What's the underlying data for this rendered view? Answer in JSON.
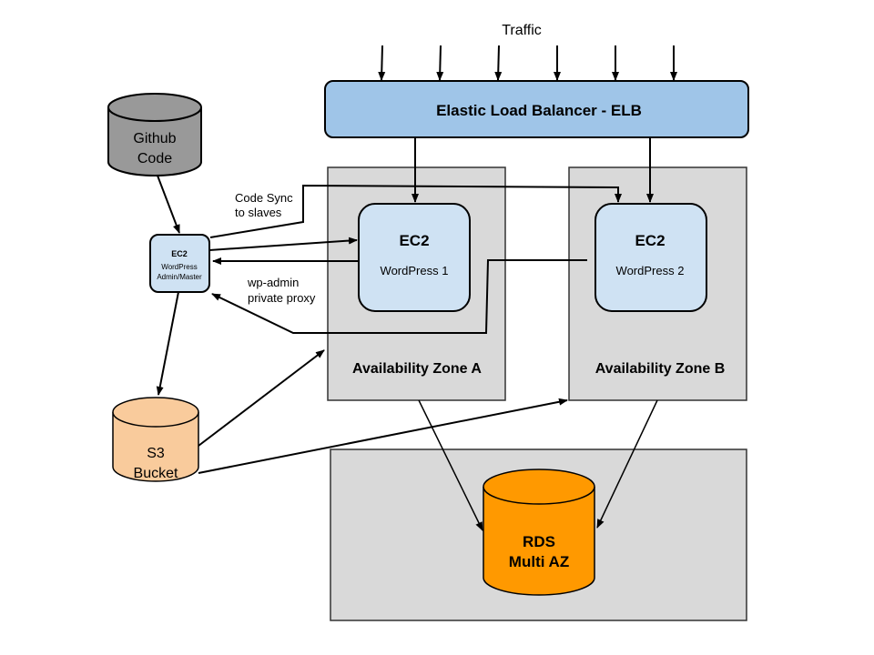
{
  "traffic_label": "Traffic",
  "elb": {
    "label": "Elastic Load Balancer - ELB",
    "color": "#9fc5e8"
  },
  "github": {
    "line1": "Github",
    "line2": "Code",
    "color": "#999999"
  },
  "ec2_master": {
    "title": "EC2",
    "line1": "WordPress",
    "line2": "Admin/Master",
    "color": "#cfe2f3"
  },
  "s3": {
    "line1": "S3",
    "line2": "Bucket",
    "color": "#f9cb9c"
  },
  "zone_a": {
    "label": "Availability Zone A",
    "color": "#d9d9d9"
  },
  "zone_b": {
    "label": "Availability Zone B",
    "color": "#d9d9d9"
  },
  "ec2_1": {
    "title": "EC2",
    "subtitle": "WordPress 1",
    "color": "#cfe2f3"
  },
  "ec2_2": {
    "title": "EC2",
    "subtitle": "WordPress 2",
    "color": "#cfe2f3"
  },
  "rds": {
    "line1": "RDS",
    "line2": "Multi AZ",
    "color": "#ff9900"
  },
  "db_zone": {
    "color": "#d9d9d9"
  },
  "annotations": {
    "code_sync_1": "Code Sync",
    "code_sync_2": "to slaves",
    "proxy_1": "wp-admin",
    "proxy_2": "private proxy"
  }
}
